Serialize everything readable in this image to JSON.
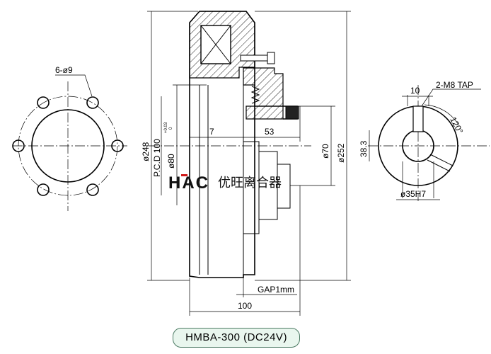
{
  "drawing": {
    "model_label": "HMBA-300 (DC24V)",
    "logo": {
      "mark": "HAC",
      "name": "优旺离合器",
      "accent_color": "#d01818"
    },
    "front_view": {
      "hole_note": "6-ø9"
    },
    "side_view": {
      "dims": {
        "d248": "ø248",
        "pcd": "P.C.D 100",
        "d80": "ø80",
        "d80_tol_upper": "+0.03",
        "d80_tol_lower": "0",
        "len7": "7",
        "len53": "53",
        "d70": "ø70",
        "d252": "ø252",
        "gap": "GAP1mm",
        "len100": "100"
      }
    },
    "hub_view": {
      "keyway": "10",
      "tap": "2-M8 TAP",
      "angle": "120°",
      "height": "38.3",
      "bore": "ø35H7"
    }
  }
}
